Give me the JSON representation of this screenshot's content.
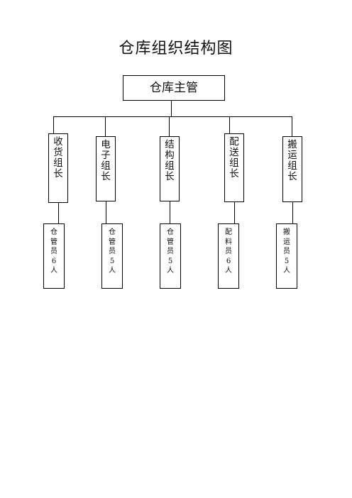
{
  "title": "仓库组织结构图",
  "root": {
    "label": "仓库主管"
  },
  "leaders": [
    {
      "label": [
        "收",
        "货",
        "组",
        "长"
      ]
    },
    {
      "label": [
        "电",
        "子",
        "组",
        "长"
      ]
    },
    {
      "label": [
        "结",
        "构",
        "组",
        "长"
      ]
    },
    {
      "label": [
        "配",
        "送",
        "组",
        "长"
      ]
    },
    {
      "label": [
        "搬",
        "运",
        "组",
        "长"
      ]
    }
  ],
  "staff": [
    {
      "label": [
        "仓",
        "管",
        "员",
        "6",
        "人"
      ]
    },
    {
      "label": [
        "仓",
        "管",
        "员",
        "5",
        "人"
      ]
    },
    {
      "label": [
        "仓",
        "管",
        "员",
        "5",
        "人"
      ]
    },
    {
      "label": [
        "配",
        "料",
        "员",
        "6",
        "人"
      ]
    },
    {
      "label": [
        "搬",
        "运",
        "员",
        "5",
        "人"
      ]
    }
  ]
}
